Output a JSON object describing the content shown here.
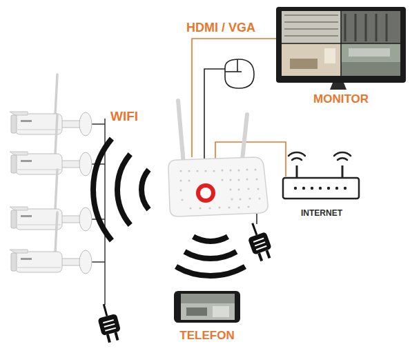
{
  "diagram": {
    "nodes": [
      {
        "text": [
          "MONITOR"
        ]
      },
      {
        "text": [
          "INTERNET"
        ]
      },
      {
        "text": [
          "TELEFON"
        ]
      }
    ],
    "labels": [
      "HDMI / VGA",
      "WIFI"
    ]
  }
}
